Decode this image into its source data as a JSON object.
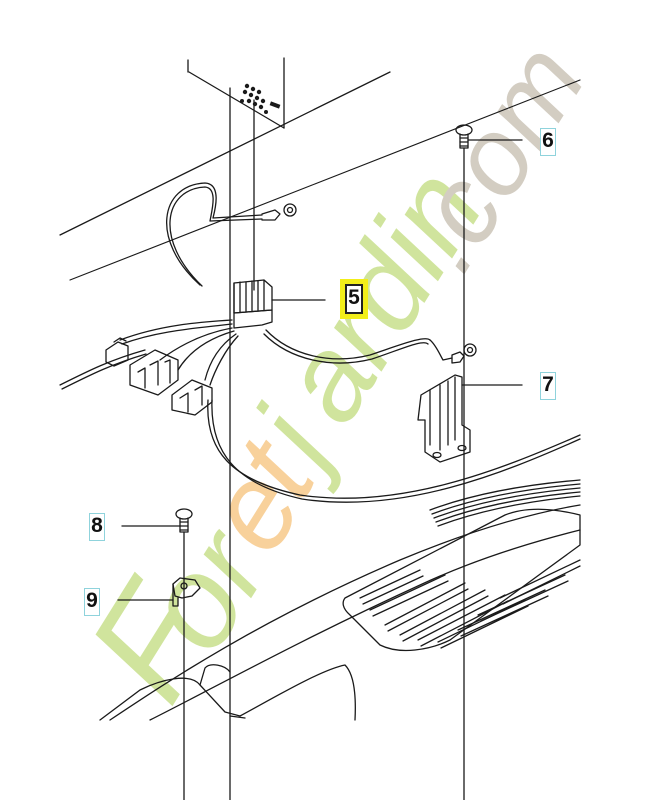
{
  "diagram": {
    "type": "exploded parts diagram",
    "callouts": [
      {
        "id": "5",
        "label": "5",
        "part": "wiring-harness-connector",
        "highlighted": true
      },
      {
        "id": "6",
        "label": "6",
        "part": "screw"
      },
      {
        "id": "7",
        "label": "7",
        "part": "heat-sink-bracket"
      },
      {
        "id": "8",
        "label": "8",
        "part": "screw"
      },
      {
        "id": "9",
        "label": "9",
        "part": "clip"
      }
    ],
    "colors": {
      "line": "#1a1a1a",
      "callout_border": "#8fd3dc",
      "highlight": "#f2ee1a",
      "watermark_green": "#c8e08c",
      "watermark_orange": "#f7c98a",
      "watermark_gray": "#cbc4b8"
    }
  },
  "watermark": {
    "text_main": "Foretjardin",
    "text_suffix": ".com"
  }
}
